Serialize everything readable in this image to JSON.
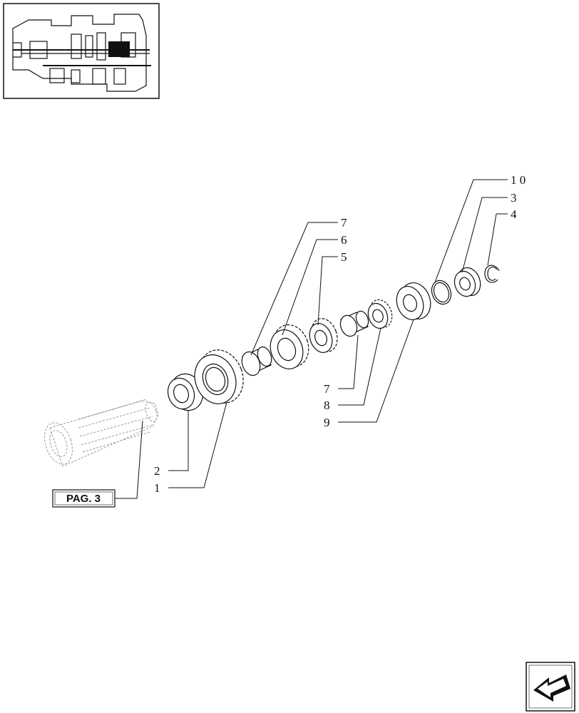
{
  "callouts": {
    "c10": "1 0",
    "c3": "3",
    "c4": "4",
    "c7a": "7",
    "c6": "6",
    "c5": "5",
    "c7b": "7",
    "c8": "8",
    "c9": "9",
    "c2": "2",
    "c1": "1"
  },
  "page_ref": {
    "label": "PAG. 3"
  },
  "nav": {
    "icon": "next-page-arrow-icon"
  }
}
